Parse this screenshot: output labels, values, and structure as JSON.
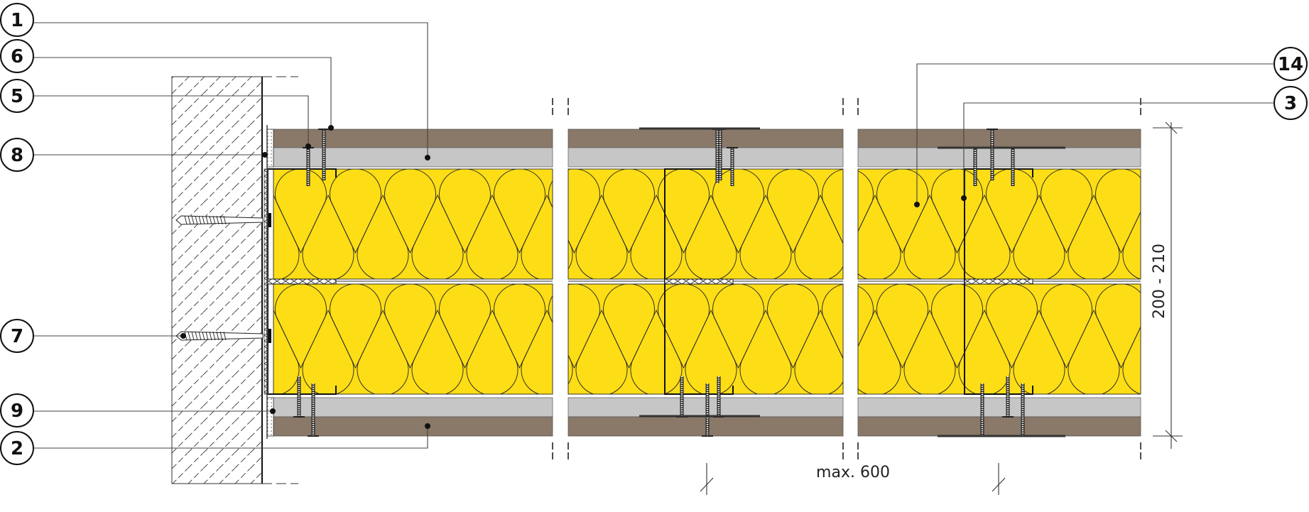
{
  "colors": {
    "insulation": "#FDDD15",
    "board_outer": "#8A7868",
    "board_inner": "#C6C6C6",
    "line": "#1a1a1a",
    "wall_hatch": "#333333"
  },
  "callouts": [
    {
      "id": "1",
      "label": "1"
    },
    {
      "id": "6",
      "label": "6"
    },
    {
      "id": "5",
      "label": "5"
    },
    {
      "id": "8",
      "label": "8"
    },
    {
      "id": "7",
      "label": "7"
    },
    {
      "id": "9",
      "label": "9"
    },
    {
      "id": "2",
      "label": "2"
    },
    {
      "id": "14",
      "label": "14"
    },
    {
      "id": "3",
      "label": "3"
    }
  ],
  "dimensions": {
    "thickness": "200 - 210",
    "spacing": "max. 600"
  }
}
